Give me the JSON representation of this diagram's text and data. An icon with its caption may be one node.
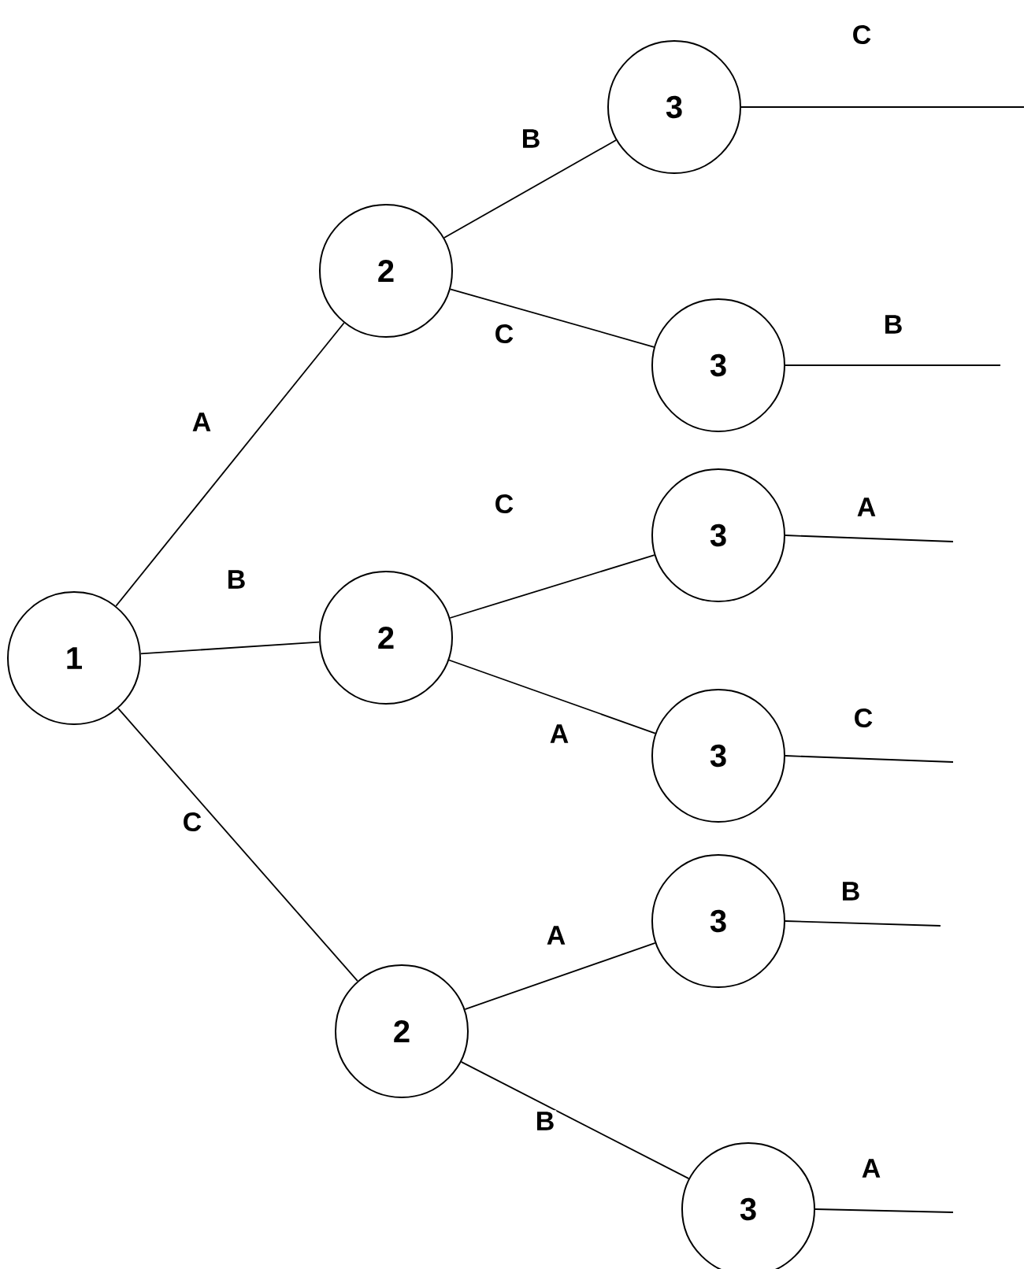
{
  "diagram": {
    "nodes": [
      {
        "text": [
          "1"
        ]
      },
      {
        "text": [
          "2"
        ]
      },
      {
        "text": [
          "2"
        ]
      },
      {
        "text": [
          "2"
        ]
      },
      {
        "text": [
          "3"
        ]
      },
      {
        "text": [
          "3"
        ]
      },
      {
        "text": [
          "3"
        ]
      },
      {
        "text": [
          "3"
        ]
      },
      {
        "text": [
          "3"
        ]
      },
      {
        "text": [
          "3"
        ]
      }
    ],
    "edges": [
      {
        "from": 0,
        "to": 1,
        "arrow": "none",
        "label": "A"
      },
      {
        "from": 0,
        "to": 2,
        "arrow": "none",
        "label": "B"
      },
      {
        "from": 0,
        "to": 3,
        "arrow": "none",
        "label": "C"
      },
      {
        "from": 1,
        "to": 4,
        "arrow": "none",
        "label": "B"
      },
      {
        "from": 1,
        "to": 5,
        "arrow": "none",
        "label": "C"
      },
      {
        "from": 2,
        "to": 6,
        "arrow": "none",
        "label": "C"
      },
      {
        "from": 2,
        "to": 7,
        "arrow": "none",
        "label": "A"
      },
      {
        "from": 3,
        "to": 8,
        "arrow": "none",
        "label": "A"
      },
      {
        "from": 3,
        "to": 9,
        "arrow": "none",
        "label": "B"
      },
      {
        "from": 4,
        "to": null,
        "arrow": "none",
        "label": "C"
      },
      {
        "from": 5,
        "to": null,
        "arrow": "none",
        "label": "B"
      },
      {
        "from": 6,
        "to": null,
        "arrow": "none",
        "label": "A"
      },
      {
        "from": 7,
        "to": null,
        "arrow": "none",
        "label": "C"
      },
      {
        "from": 8,
        "to": null,
        "arrow": "none",
        "label": "B"
      },
      {
        "from": 9,
        "to": null,
        "arrow": "none",
        "label": "A"
      }
    ]
  }
}
